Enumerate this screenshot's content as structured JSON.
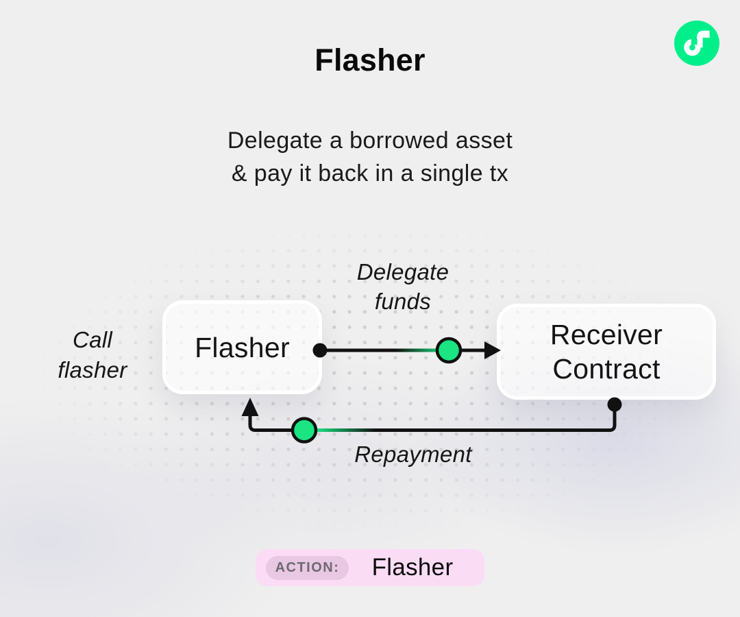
{
  "colors": {
    "background": "#EFEFEF",
    "flow_green": "#00EF8B",
    "accent_green": "#1BE483",
    "line_black": "#111111",
    "pill_bg": "#FADDF4",
    "badge_bg": "#E8C8E2",
    "badge_text": "#6E6873"
  },
  "icons": {
    "logo": "flow-logo-icon"
  },
  "header": {
    "title": "Flasher",
    "subtitle": "Delegate a borrowed asset\n& pay it back in a single tx"
  },
  "diagram": {
    "call_label": "Call\nflasher",
    "flasher_node": "Flasher",
    "receiver_node": "Receiver\nContract",
    "delegate_label": "Delegate\nfunds",
    "repayment_label": "Repayment"
  },
  "action_bar": {
    "badge": "ACTION:",
    "value": "Flasher"
  }
}
